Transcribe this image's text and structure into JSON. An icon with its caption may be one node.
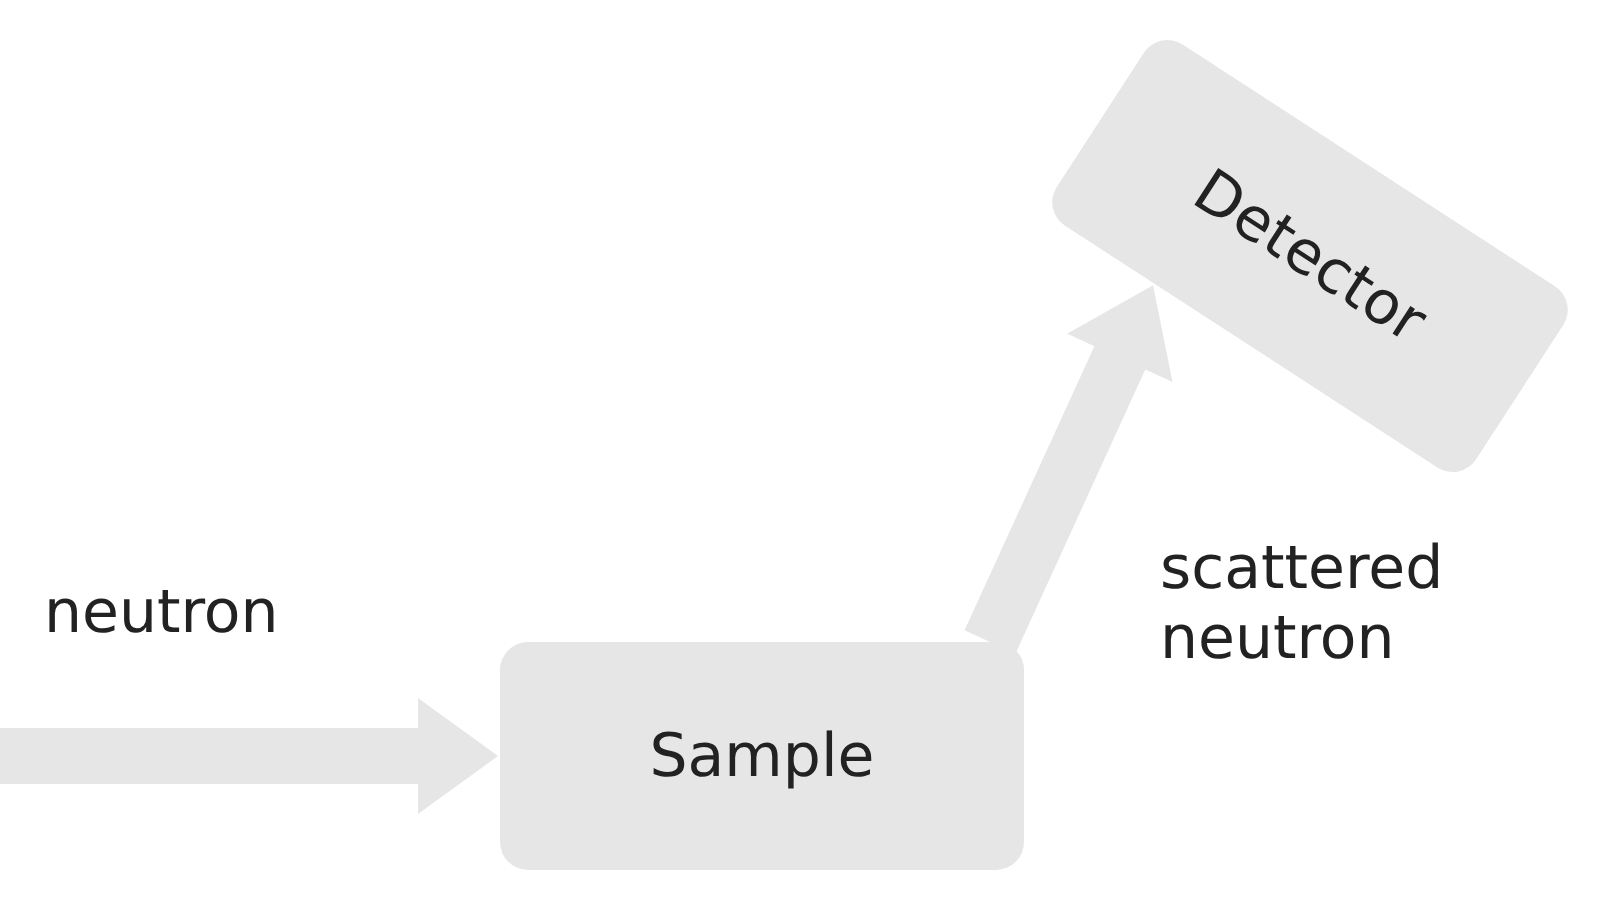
{
  "diagram": {
    "nodes": [
      {
        "text": [
          "Sample"
        ]
      },
      {
        "text": [
          "Detector"
        ]
      }
    ],
    "edges": [
      {
        "from": null,
        "to": 0,
        "arrow": "to",
        "label": "neutron"
      },
      {
        "from": 0,
        "to": 1,
        "arrow": "to",
        "label": "scattered neutron"
      }
    ]
  }
}
